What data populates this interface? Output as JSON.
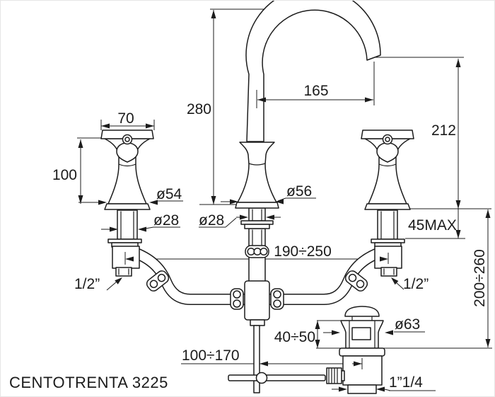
{
  "drawing": {
    "title": "CENTOTRENTA  3225",
    "dimensions": {
      "handle_width": "70",
      "handle_height": "100",
      "spout_height": "280",
      "spout_reach": "165",
      "outlet_height": "212",
      "handle_base_diameter": "ø54",
      "handle_shank_diameter": "ø28",
      "body_shank_diameter": "ø28",
      "body_base_diameter": "ø56",
      "max_deck_thickness": "45MAX",
      "hole_spacing": "190÷250",
      "left_inlet_thread": "1/2”",
      "right_inlet_thread": "1/2”",
      "supply_height_range": "200÷260",
      "waste_body_height": "40÷50",
      "waste_flange_diameter": "ø63",
      "rod_to_waste_distance": "100÷170",
      "waste_thread": "1”1/4"
    },
    "colors": {
      "line": "#1c1c1c",
      "background": "#ffffff"
    }
  }
}
